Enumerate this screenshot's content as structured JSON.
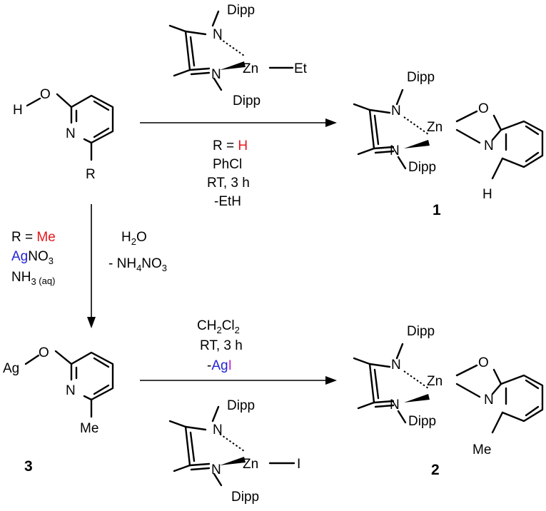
{
  "colors": {
    "red": "#e8151b",
    "blue": "#2323d6",
    "magenta": "#c020d0"
  },
  "atoms": {
    "H": "H",
    "O": "O",
    "N": "N",
    "R": "R",
    "Ag": "Ag",
    "Me": "Me",
    "Zn": "Zn",
    "I": "I",
    "Et": "Et",
    "Dipp": "Dipp"
  },
  "reagents": {
    "top": {
      "r_eq": "R = ",
      "r_val": "H",
      "solvent": "PhCl",
      "conditions": "RT, 3 h",
      "byproduct": "-EtH"
    },
    "left": {
      "r_eq": "R = ",
      "r_val": "Me",
      "ag": "Ag",
      "no": "NO",
      "three": "3",
      "nh": "NH",
      "aq": " (aq)"
    },
    "middle": {
      "h": "H",
      "two": "2",
      "o": "O",
      "minus": "- NH",
      "four": "4",
      "no3": "NO",
      "three": "3"
    },
    "bottom": {
      "ch": "CH",
      "two_a": "2",
      "cl": "Cl",
      "two_b": "2",
      "conditions": "RT, 3 h",
      "minus": "-",
      "ag": "Ag",
      "i": "I"
    }
  },
  "labels": {
    "compound1": "1",
    "compound2": "2",
    "compound3": "3"
  }
}
